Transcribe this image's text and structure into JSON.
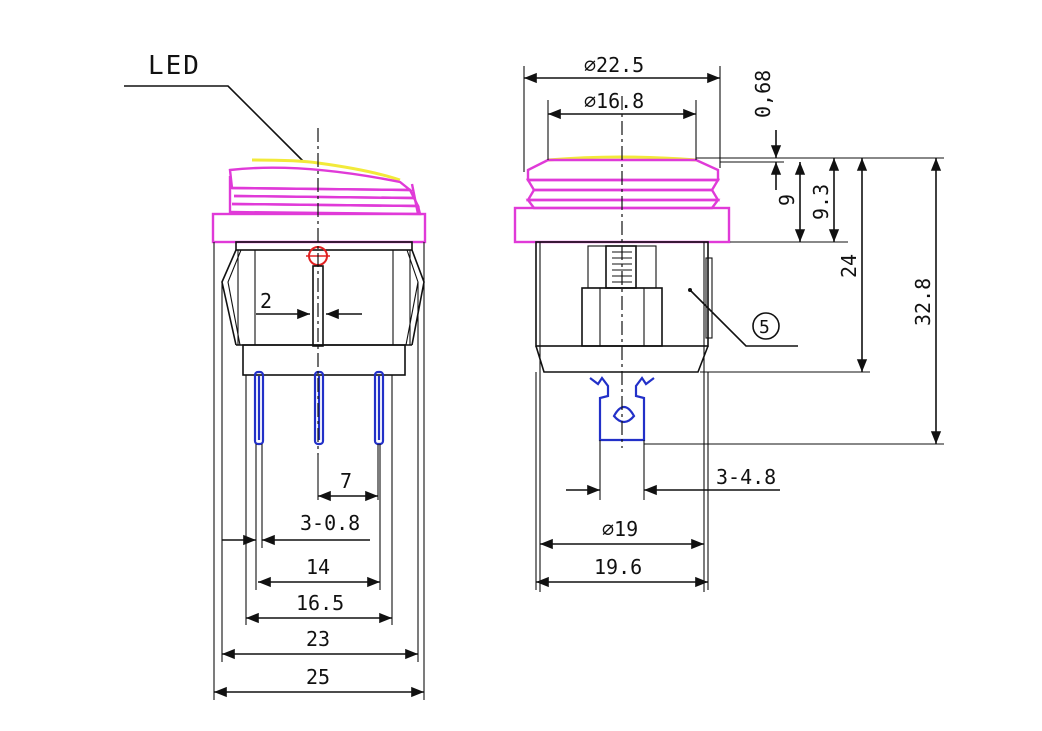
{
  "drawing": {
    "led_label": "LED",
    "callout_number": "5",
    "left_view": {
      "dims": {
        "pin_width": "2",
        "pin_pitch": "7",
        "pin_thickness": "3-0.8",
        "pin_span": "14",
        "body_base": "16.5",
        "body_width": "23",
        "overall_width": "25"
      }
    },
    "right_view": {
      "dims": {
        "bezel_diameter": "⌀22.5",
        "button_diameter": "⌀16.8",
        "led_cap": "0,68",
        "bezel_height": "9",
        "head_height": "9.3",
        "body_height": "24",
        "overall_height": "32.8",
        "terminal_width": "3-4.8",
        "housing_diameter": "⌀19",
        "mount_width": "19.6"
      }
    }
  },
  "colors": {
    "bezel": "#e03ad8",
    "terminals": "#2230c8",
    "led_cap": "#f2ea3a",
    "led_indicator": "#e02020",
    "lines": "#111111"
  }
}
